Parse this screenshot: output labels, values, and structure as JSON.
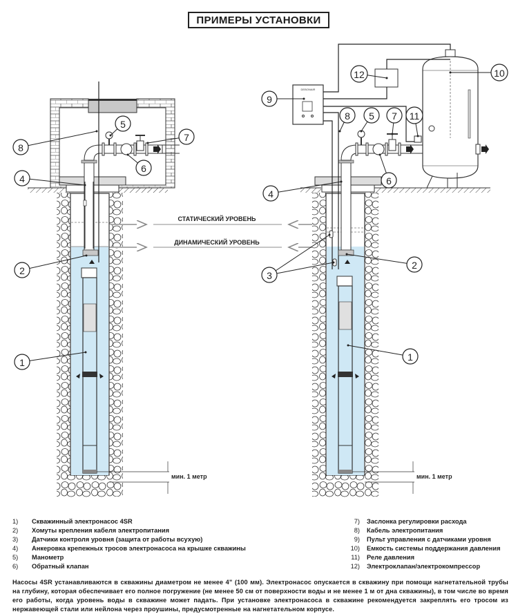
{
  "title": "ПРИМЕРЫ УСТАНОВКИ",
  "levels": {
    "static": "СТАТИЧЕСКИЙ УРОВЕНЬ",
    "dynamic": "ДИНАМИЧЕСКИЙ УРОВЕНЬ"
  },
  "min_depth_label": "мин. 1 метр",
  "callouts": {
    "left": [
      "1",
      "2",
      "4",
      "5",
      "6",
      "7",
      "8"
    ],
    "right": [
      "1",
      "2",
      "3",
      "4",
      "5",
      "6",
      "7",
      "8",
      "9",
      "10",
      "11",
      "12"
    ]
  },
  "legend": {
    "left": [
      {
        "num": "1)",
        "text": "Скважинный электронасос 4SR"
      },
      {
        "num": "2)",
        "text": "Хомуты крепления кабеля электропитания"
      },
      {
        "num": "3)",
        "text": "Датчики контроля уровня (защита от работы всухую)"
      },
      {
        "num": "4)",
        "text": "Анкеровка крепежных тросов электронасоса на крышке скважины"
      },
      {
        "num": "5)",
        "text": "Манометр"
      },
      {
        "num": "6)",
        "text": "Обратный клапан"
      }
    ],
    "right": [
      {
        "num": "7)",
        "text": "Заслонка регулировки расхода"
      },
      {
        "num": "8)",
        "text": "Кабель электропитания"
      },
      {
        "num": "9)",
        "text": "Пульт управления с датчиками уровня"
      },
      {
        "num": "10)",
        "text": "Емкость системы поддержания давления"
      },
      {
        "num": "11)",
        "text": "Реле давления"
      },
      {
        "num": "12)",
        "text": "Электроклапан/электрокомпрессор"
      }
    ]
  },
  "note": "Насосы 4SR устанавливаются в скважины диаметром не менее 4\" (100 мм). Электронасос опускается в скважину при помощи нагнетательной трубы на глубину, которая обеспечивает его полное погружение (не менее 50 см от поверхности воды и не менее 1 м от дна скважины), в том числе во время его работы, когда уровень воды в скважине может падать. При установке электронасоса в скважине рекомендуется закреплять его тросом из нержавеющей стали или нейлона через проушины, предусмотренные на нагнетательном корпусе.",
  "colors": {
    "water": "#cfe8f5",
    "line": "#222222",
    "stone": "#ffffff",
    "brick": "#ffffff",
    "gray": "#c8c8c8"
  }
}
